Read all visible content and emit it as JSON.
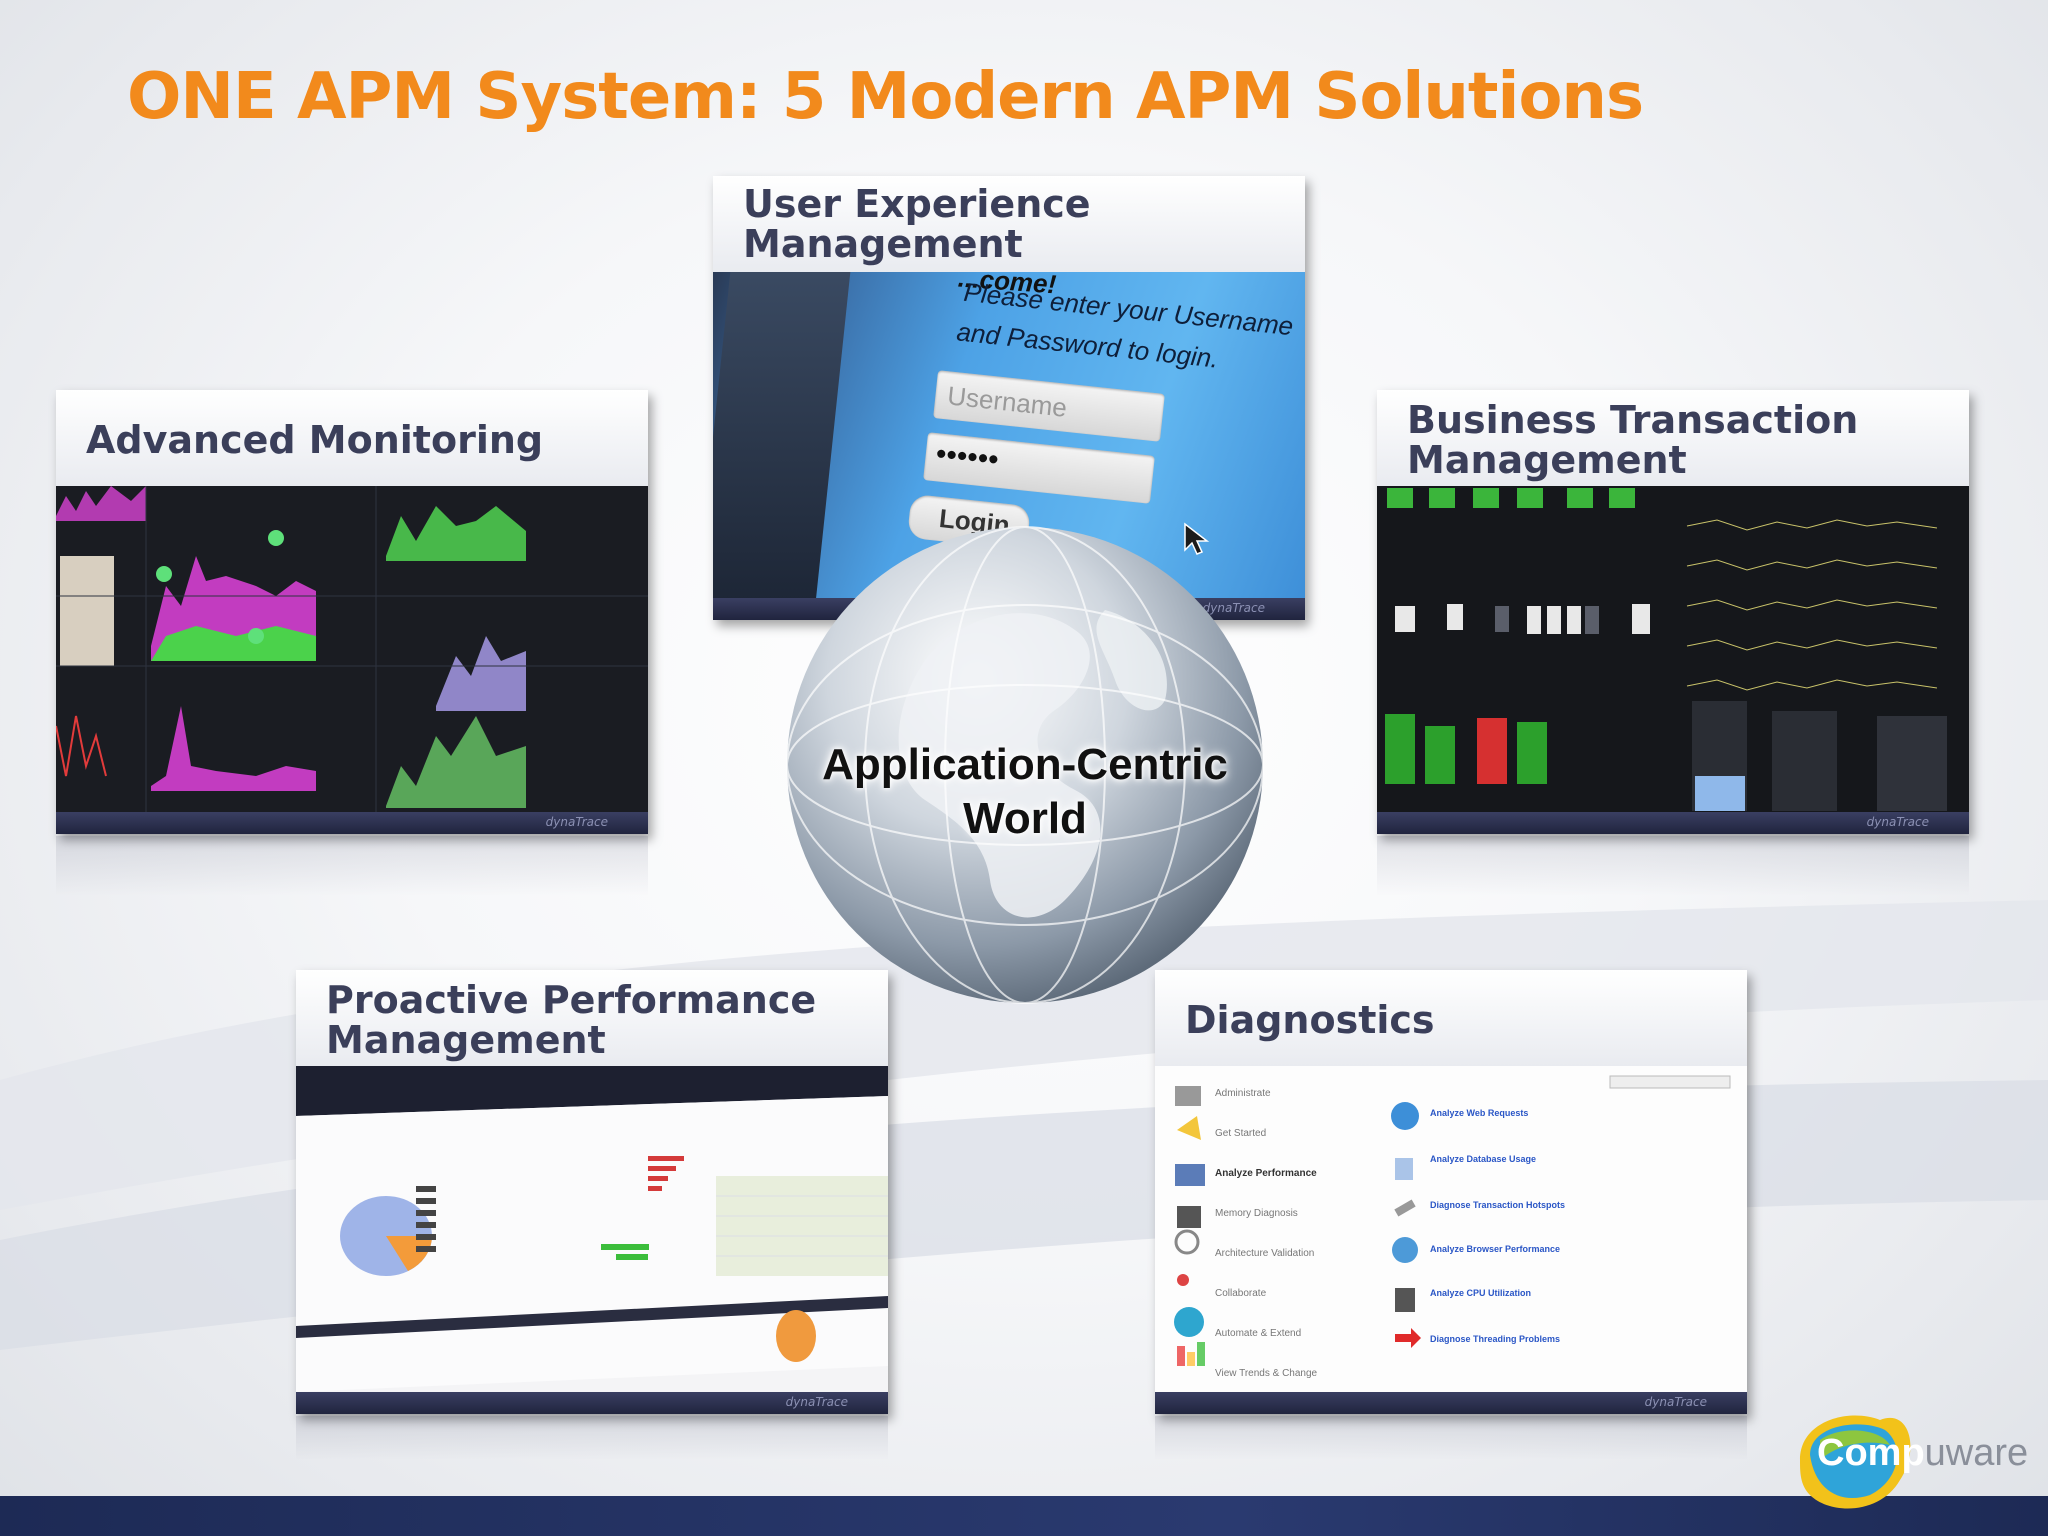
{
  "slide": {
    "title": "ONE APM System: 5 Modern APM Solutions"
  },
  "panels": {
    "ux": {
      "title": "User Experience\nManagement"
    },
    "am": {
      "title": "Advanced Monitoring"
    },
    "btm": {
      "title": "Business Transaction\nManagement"
    },
    "ppm": {
      "title": "Proactive Performance\nManagement"
    },
    "diag": {
      "title": "Diagnostics"
    }
  },
  "login": {
    "welcome": "...come!",
    "prompt_line1": "Please enter your Username",
    "prompt_line2": "and Password to login.",
    "username_placeholder": "Username",
    "password_mask": "••••••",
    "login_button": "Login"
  },
  "center": {
    "label_line1": "Application-Centric",
    "label_line2": "World"
  },
  "diagnostics": {
    "menu": [
      "Administrate",
      "Get Started",
      "Analyze Performance",
      "Memory Diagnosis",
      "Architecture Validation",
      "Collaborate",
      "Automate & Extend",
      "View Trends & Change"
    ],
    "links": [
      "Analyze Web Requests",
      "Analyze Database Usage",
      "Diagnose Transaction Hotspots",
      "Analyze Browser Performance",
      "Analyze CPU Utilization",
      "Diagnose Threading Problems"
    ]
  },
  "panel_brand": "dynaTrace",
  "logo": {
    "part1": "Comp",
    "part2": "uware"
  },
  "colors": {
    "title_orange": "#f28a1c",
    "panel_title": "#3b3f5a",
    "footer_navy": "#20243e"
  }
}
